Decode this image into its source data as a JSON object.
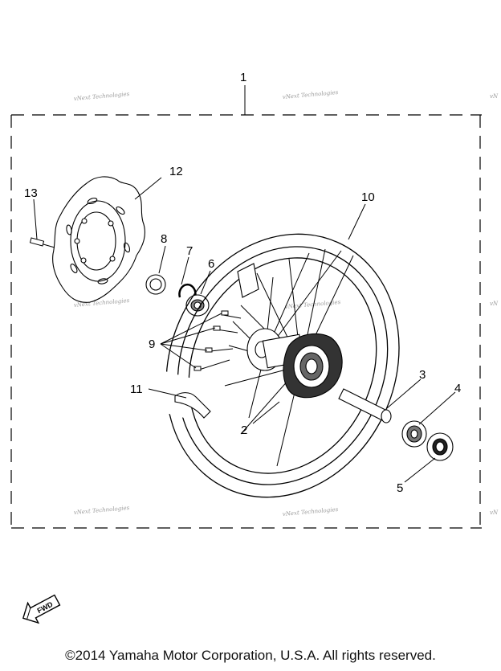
{
  "callouts": {
    "c1": "1",
    "c2": "2",
    "c3": "3",
    "c4": "4",
    "c5": "5",
    "c6": "6",
    "c7": "7",
    "c8": "8",
    "c9": "9",
    "c10": "10",
    "c11": "11",
    "c12": "12",
    "c13": "13"
  },
  "watermark": "vNext Technologies",
  "fwd_icon": {
    "label": "FWD",
    "icon": "forward-arrow-icon"
  },
  "copyright": "©2014 Yamaha Motor Corporation, U.S.A. All rights reserved."
}
